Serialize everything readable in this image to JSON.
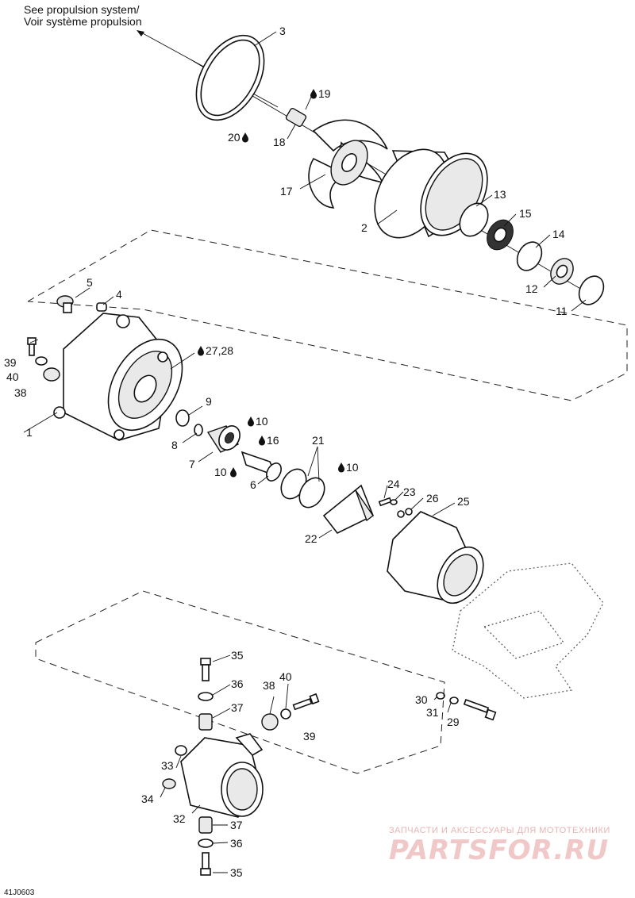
{
  "diagram": {
    "reference_note": "See propulsion system/\nVoir système propulsion",
    "reference_note_line1": "See propulsion system/",
    "reference_note_line2": "Voir système propulsion",
    "figure_code": "41J0603",
    "watermark_top": "ЗАПЧАСТИ И АКСЕССУАРЫ ДЛЯ МОТОТЕХНИКИ",
    "watermark_brand": "PARTSFOR.RU",
    "lubricant_icon": "oil-drop-icon",
    "callouts": [
      "1",
      "2",
      "3",
      "4",
      "5",
      "6",
      "7",
      "8",
      "9",
      "10",
      "10",
      "10",
      "11",
      "12",
      "13",
      "14",
      "15",
      "16",
      "17",
      "18",
      "19",
      "20",
      "21",
      "22",
      "23",
      "24",
      "25",
      "26",
      "27,28",
      "29",
      "30",
      "31",
      "32",
      "33",
      "34",
      "35",
      "35",
      "36",
      "36",
      "37",
      "37",
      "38",
      "38",
      "39",
      "39",
      "40",
      "40"
    ],
    "labels": {
      "c1": "1",
      "c2": "2",
      "c3": "3",
      "c4": "4",
      "c5": "5",
      "c6": "6",
      "c7": "7",
      "c8": "8",
      "c9": "9",
      "c10a": "10",
      "c10b": "10",
      "c10c": "10",
      "c11": "11",
      "c12": "12",
      "c13": "13",
      "c14": "14",
      "c15": "15",
      "c16": "16",
      "c17": "17",
      "c18": "18",
      "c19": "19",
      "c20": "20",
      "c21": "21",
      "c22": "22",
      "c23": "23",
      "c24": "24",
      "c25": "25",
      "c26": "26",
      "c2728": "27,28",
      "c29": "29",
      "c30": "30",
      "c31": "31",
      "c32": "32",
      "c33": "33",
      "c34": "34",
      "c35a": "35",
      "c35b": "35",
      "c36a": "36",
      "c36b": "36",
      "c37a": "37",
      "c37b": "37",
      "c38a": "38",
      "c38b": "38",
      "c39a": "39",
      "c39b": "39",
      "c40a": "40",
      "c40b": "40"
    }
  }
}
